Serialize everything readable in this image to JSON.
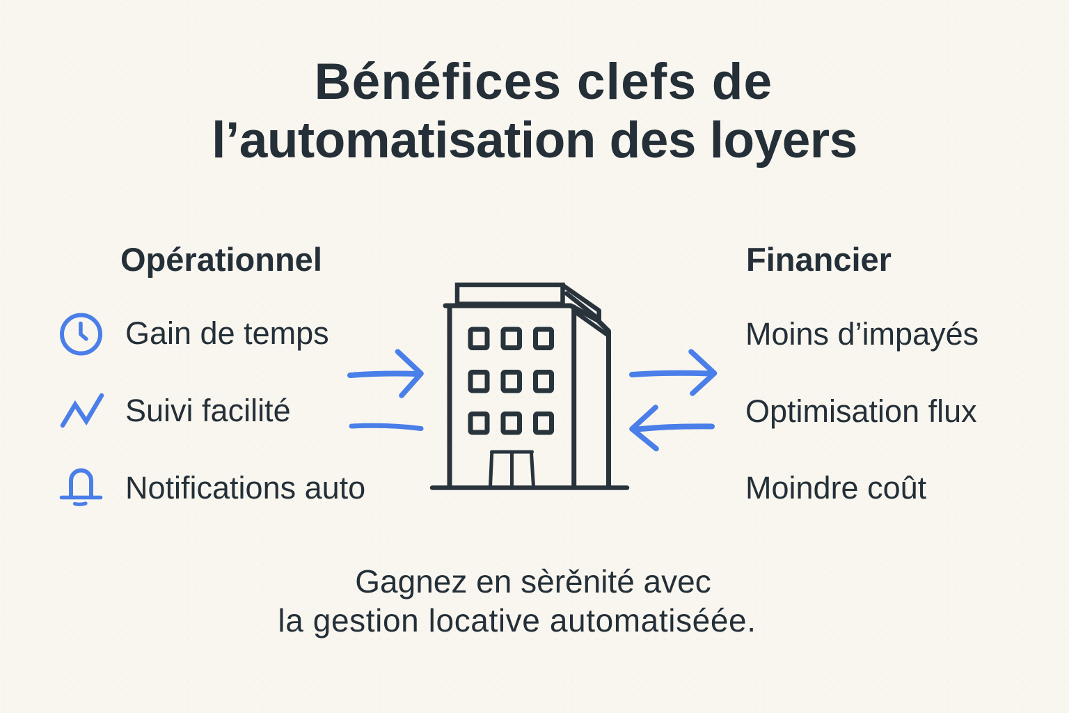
{
  "page": {
    "background_color": "#f8f6ef",
    "ink_color": "#242f38",
    "accent_color": "#4a7ee8"
  },
  "title": {
    "line1": "Bénéfices clefs de",
    "line2": "l’automatisation des loyers"
  },
  "left_column": {
    "heading": "Opérationnel",
    "items": [
      {
        "icon": "clock-icon",
        "label": "Gain de temps"
      },
      {
        "icon": "trend-line-icon",
        "label": "Suivi facilité"
      },
      {
        "icon": "bell-icon",
        "label": "Notifications auto"
      }
    ]
  },
  "right_column": {
    "heading": "Financier",
    "items": [
      {
        "label": "Moins d’impayés"
      },
      {
        "label": "Optimisation flux"
      },
      {
        "label": "Moindre coût"
      }
    ]
  },
  "center": {
    "illustration": "building-icon",
    "flows": [
      {
        "icon": "arrow-right-icon",
        "from": "Opérationnel",
        "to": "building"
      },
      {
        "icon": "flow-line-icon",
        "from": "building",
        "to": "Opérationnel"
      },
      {
        "icon": "arrow-right-icon",
        "from": "building",
        "to": "Financier"
      },
      {
        "icon": "arrow-left-icon",
        "from": "Financier",
        "to": "building"
      }
    ]
  },
  "footer": {
    "line1": "Gagnez en sèrěnité avec",
    "line2": "la gestion locative automatiséée."
  }
}
